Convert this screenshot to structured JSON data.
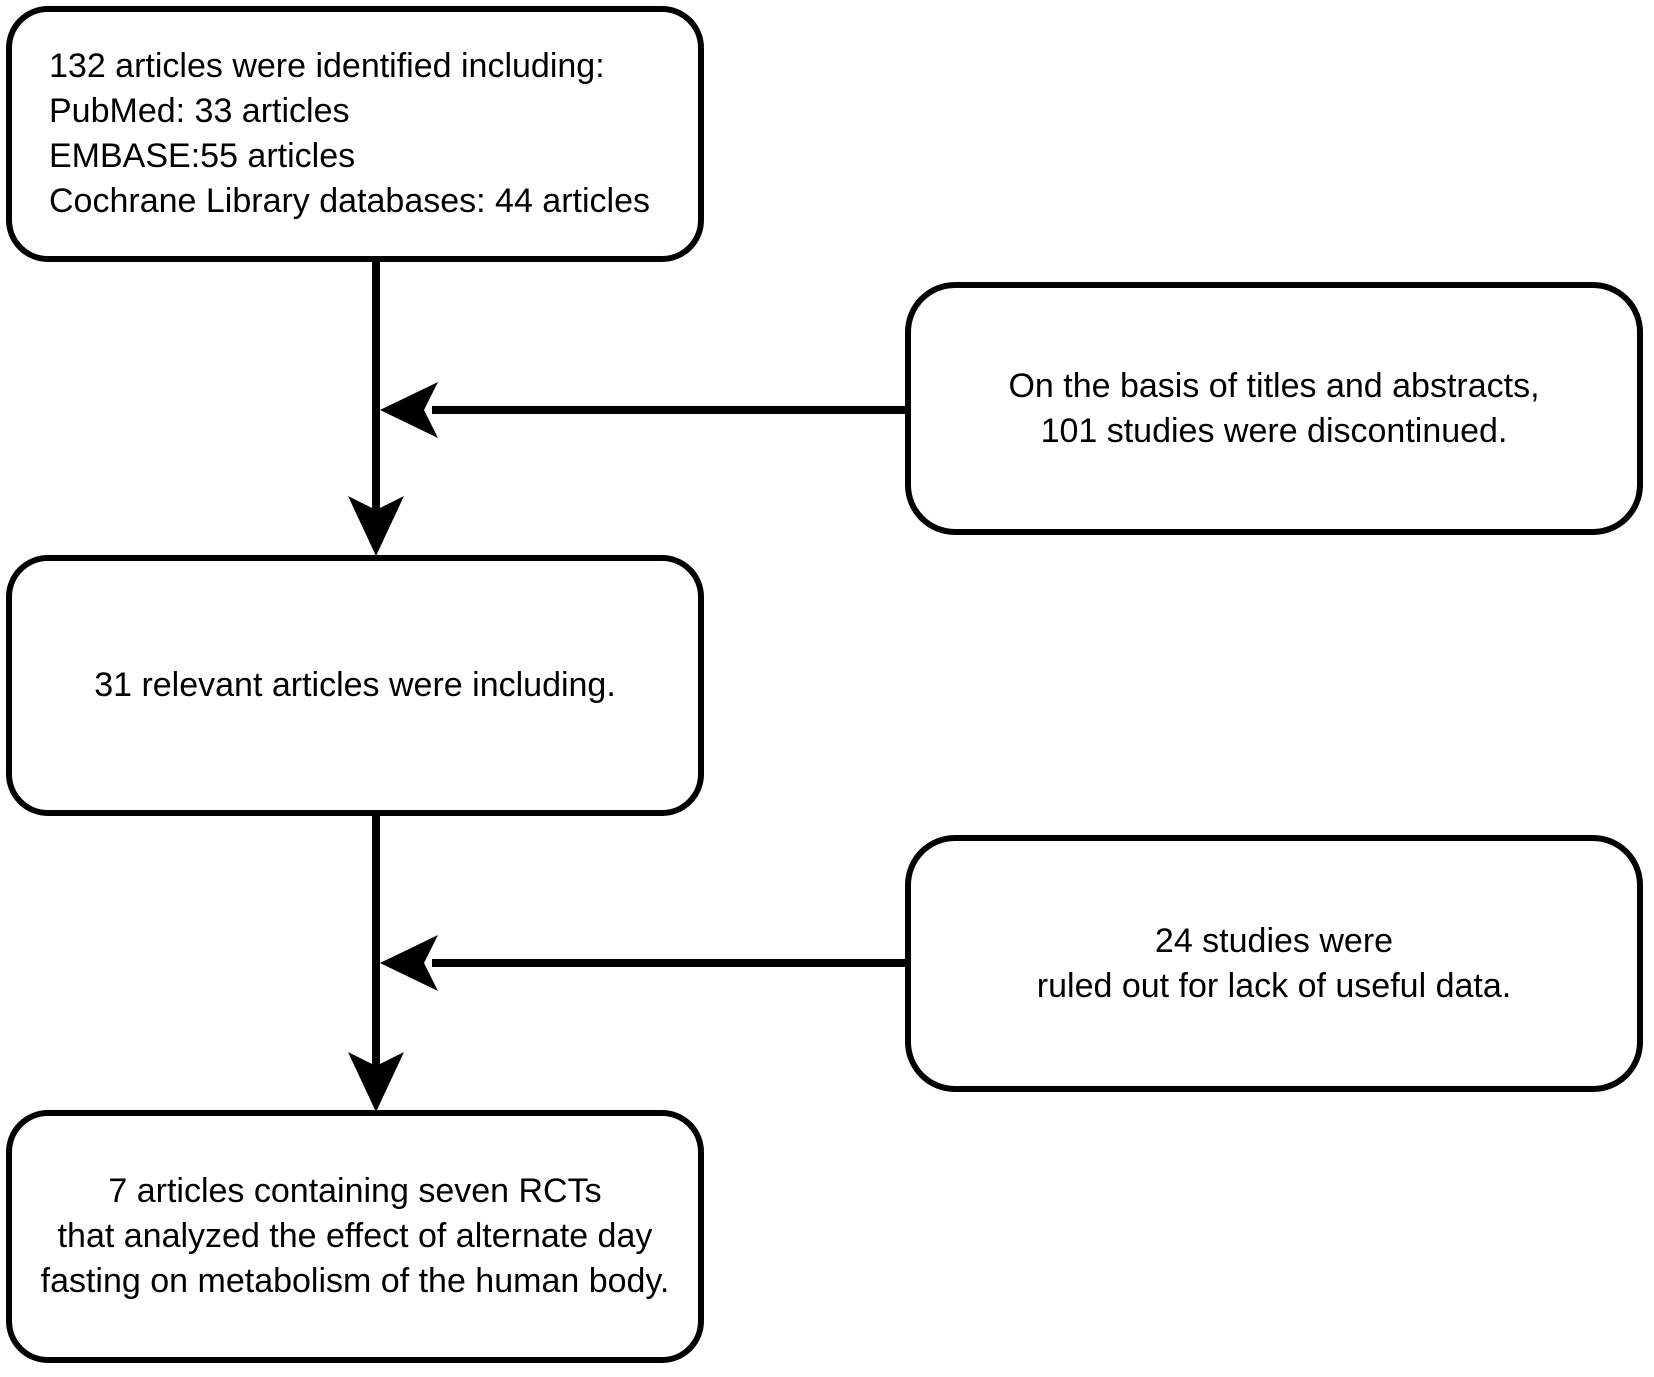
{
  "figure": {
    "background": "#ffffff",
    "ink_color": "#000000",
    "type": "prisma-flowchart"
  },
  "boxes": {
    "identified": {
      "lines": [
        "132 articles were identified including:",
        "PubMed: 33 articles",
        "EMBASE:55 articles",
        "Cochrane Library databases: 44 articles"
      ]
    },
    "screened_out": {
      "lines": [
        "On the basis of titles and abstracts,",
        "101 studies were discontinued."
      ]
    },
    "relevant": {
      "lines": [
        "31 relevant articles were including."
      ]
    },
    "ruled_out": {
      "lines": [
        "24 studies were",
        "ruled out for lack of useful data."
      ]
    },
    "included": {
      "lines": [
        "7 articles containing seven RCTs",
        "that analyzed the effect of alternate day",
        "fasting on metabolism of the human body."
      ]
    }
  }
}
